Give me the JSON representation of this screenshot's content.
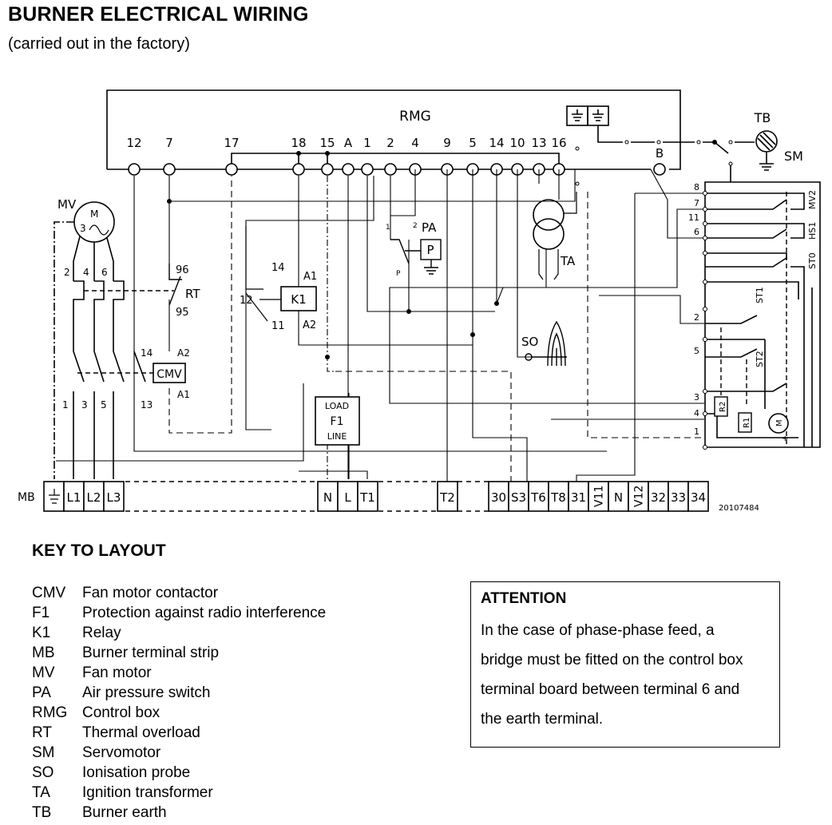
{
  "page": {
    "title": "BURNER ELECTRICAL WIRING",
    "subtitle": "(carried out in the factory)",
    "document_number": "20107484"
  },
  "diagram": {
    "control_box": {
      "label": "RMG",
      "terminals": [
        "12",
        "7",
        "17",
        "18",
        "15",
        "A",
        "1",
        "2",
        "4",
        "9",
        "5",
        "14",
        "10",
        "13",
        "16",
        "B"
      ],
      "earth_icons": [
        "earth-icon",
        "earth-icon"
      ]
    },
    "components": {
      "fan_motor": {
        "label": "MV",
        "symbol_top": "M",
        "symbol_phase": "3",
        "symbol_wave": "~"
      },
      "motor_wires": [
        "2",
        "4",
        "6"
      ],
      "supply_wires": [
        "1",
        "3",
        "5",
        "13"
      ],
      "thermal_overload": {
        "label": "RT",
        "contact_top": "96",
        "contact_bottom": "95"
      },
      "contactor": {
        "label": "CMV",
        "coil_top": "A2",
        "coil_bottom": "A1",
        "aux_contact": "14"
      },
      "relay": {
        "label": "K1",
        "coil_top": "A1",
        "coil_bottom": "A2",
        "contact_no": "14",
        "contact_com": "12",
        "contact_nc": "11"
      },
      "pressure_switch": {
        "label": "PA",
        "box": "P",
        "contact_1": "1",
        "contact_2": "2",
        "contact_p": "P"
      },
      "ignition_transformer": {
        "label": "TA"
      },
      "ionisation_probe": {
        "label": "SO"
      },
      "filter": {
        "label": "F1",
        "top": "LOAD",
        "bottom": "LINE"
      },
      "burner_earth": {
        "label": "TB"
      },
      "servomotor": {
        "label": "SM",
        "terminals": [
          "8",
          "7",
          "11",
          "6",
          "2",
          "5",
          "3",
          "4",
          "1"
        ],
        "cams": [
          "MV2",
          "HS1",
          "ST0",
          "ST1",
          "ST2"
        ],
        "resistors": [
          "R2",
          "R1"
        ],
        "motor_symbol": "M",
        "polarity_plus": "+",
        "polarity_minus": "-"
      }
    },
    "terminal_strip": {
      "label": "MB",
      "group_power": [
        "earth",
        "L1",
        "L2",
        "L3"
      ],
      "group_supply": [
        "N",
        "L",
        "T1"
      ],
      "group_t2": [
        "T2"
      ],
      "group_signals": [
        "30",
        "S3",
        "T6",
        "T8",
        "31",
        "V11",
        "N",
        "V12",
        "32",
        "33",
        "34"
      ]
    }
  },
  "key": {
    "title": "KEY TO LAYOUT",
    "items": [
      {
        "code": "CMV",
        "desc": "Fan motor contactor"
      },
      {
        "code": "F1",
        "desc": "Protection against radio interference"
      },
      {
        "code": "K1",
        "desc": "Relay"
      },
      {
        "code": "MB",
        "desc": "Burner terminal strip"
      },
      {
        "code": "MV",
        "desc": "Fan motor"
      },
      {
        "code": "PA",
        "desc": "Air pressure switch"
      },
      {
        "code": "RMG",
        "desc": "Control box"
      },
      {
        "code": "RT",
        "desc": "Thermal overload"
      },
      {
        "code": "SM",
        "desc": "Servomotor"
      },
      {
        "code": "SO",
        "desc": "Ionisation probe"
      },
      {
        "code": "TA",
        "desc": "Ignition transformer"
      },
      {
        "code": "TB",
        "desc": "Burner earth"
      }
    ]
  },
  "attention": {
    "title": "ATTENTION",
    "lines": [
      "In the case of phase-phase feed, a",
      "bridge must be fitted on the control box",
      "terminal board between terminal 6 and",
      "the earth terminal."
    ]
  }
}
